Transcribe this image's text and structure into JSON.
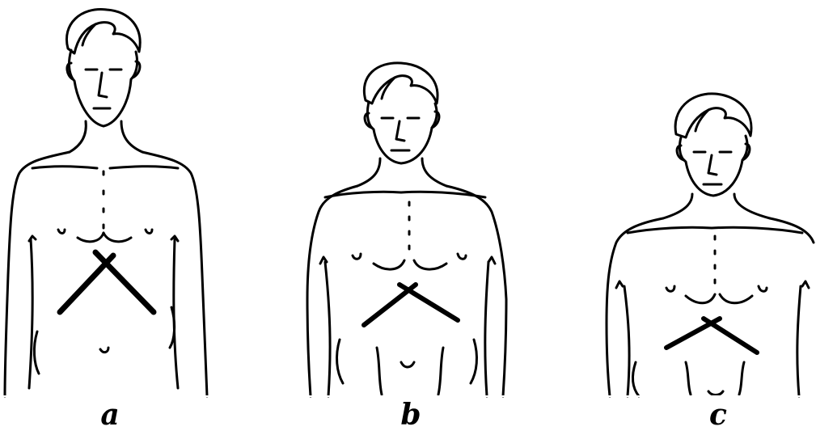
{
  "panels": [
    {
      "label": "a"
    },
    {
      "label": "b"
    },
    {
      "label": "c"
    }
  ],
  "colors": {
    "ink": "#000000",
    "background": "#ffffff"
  }
}
